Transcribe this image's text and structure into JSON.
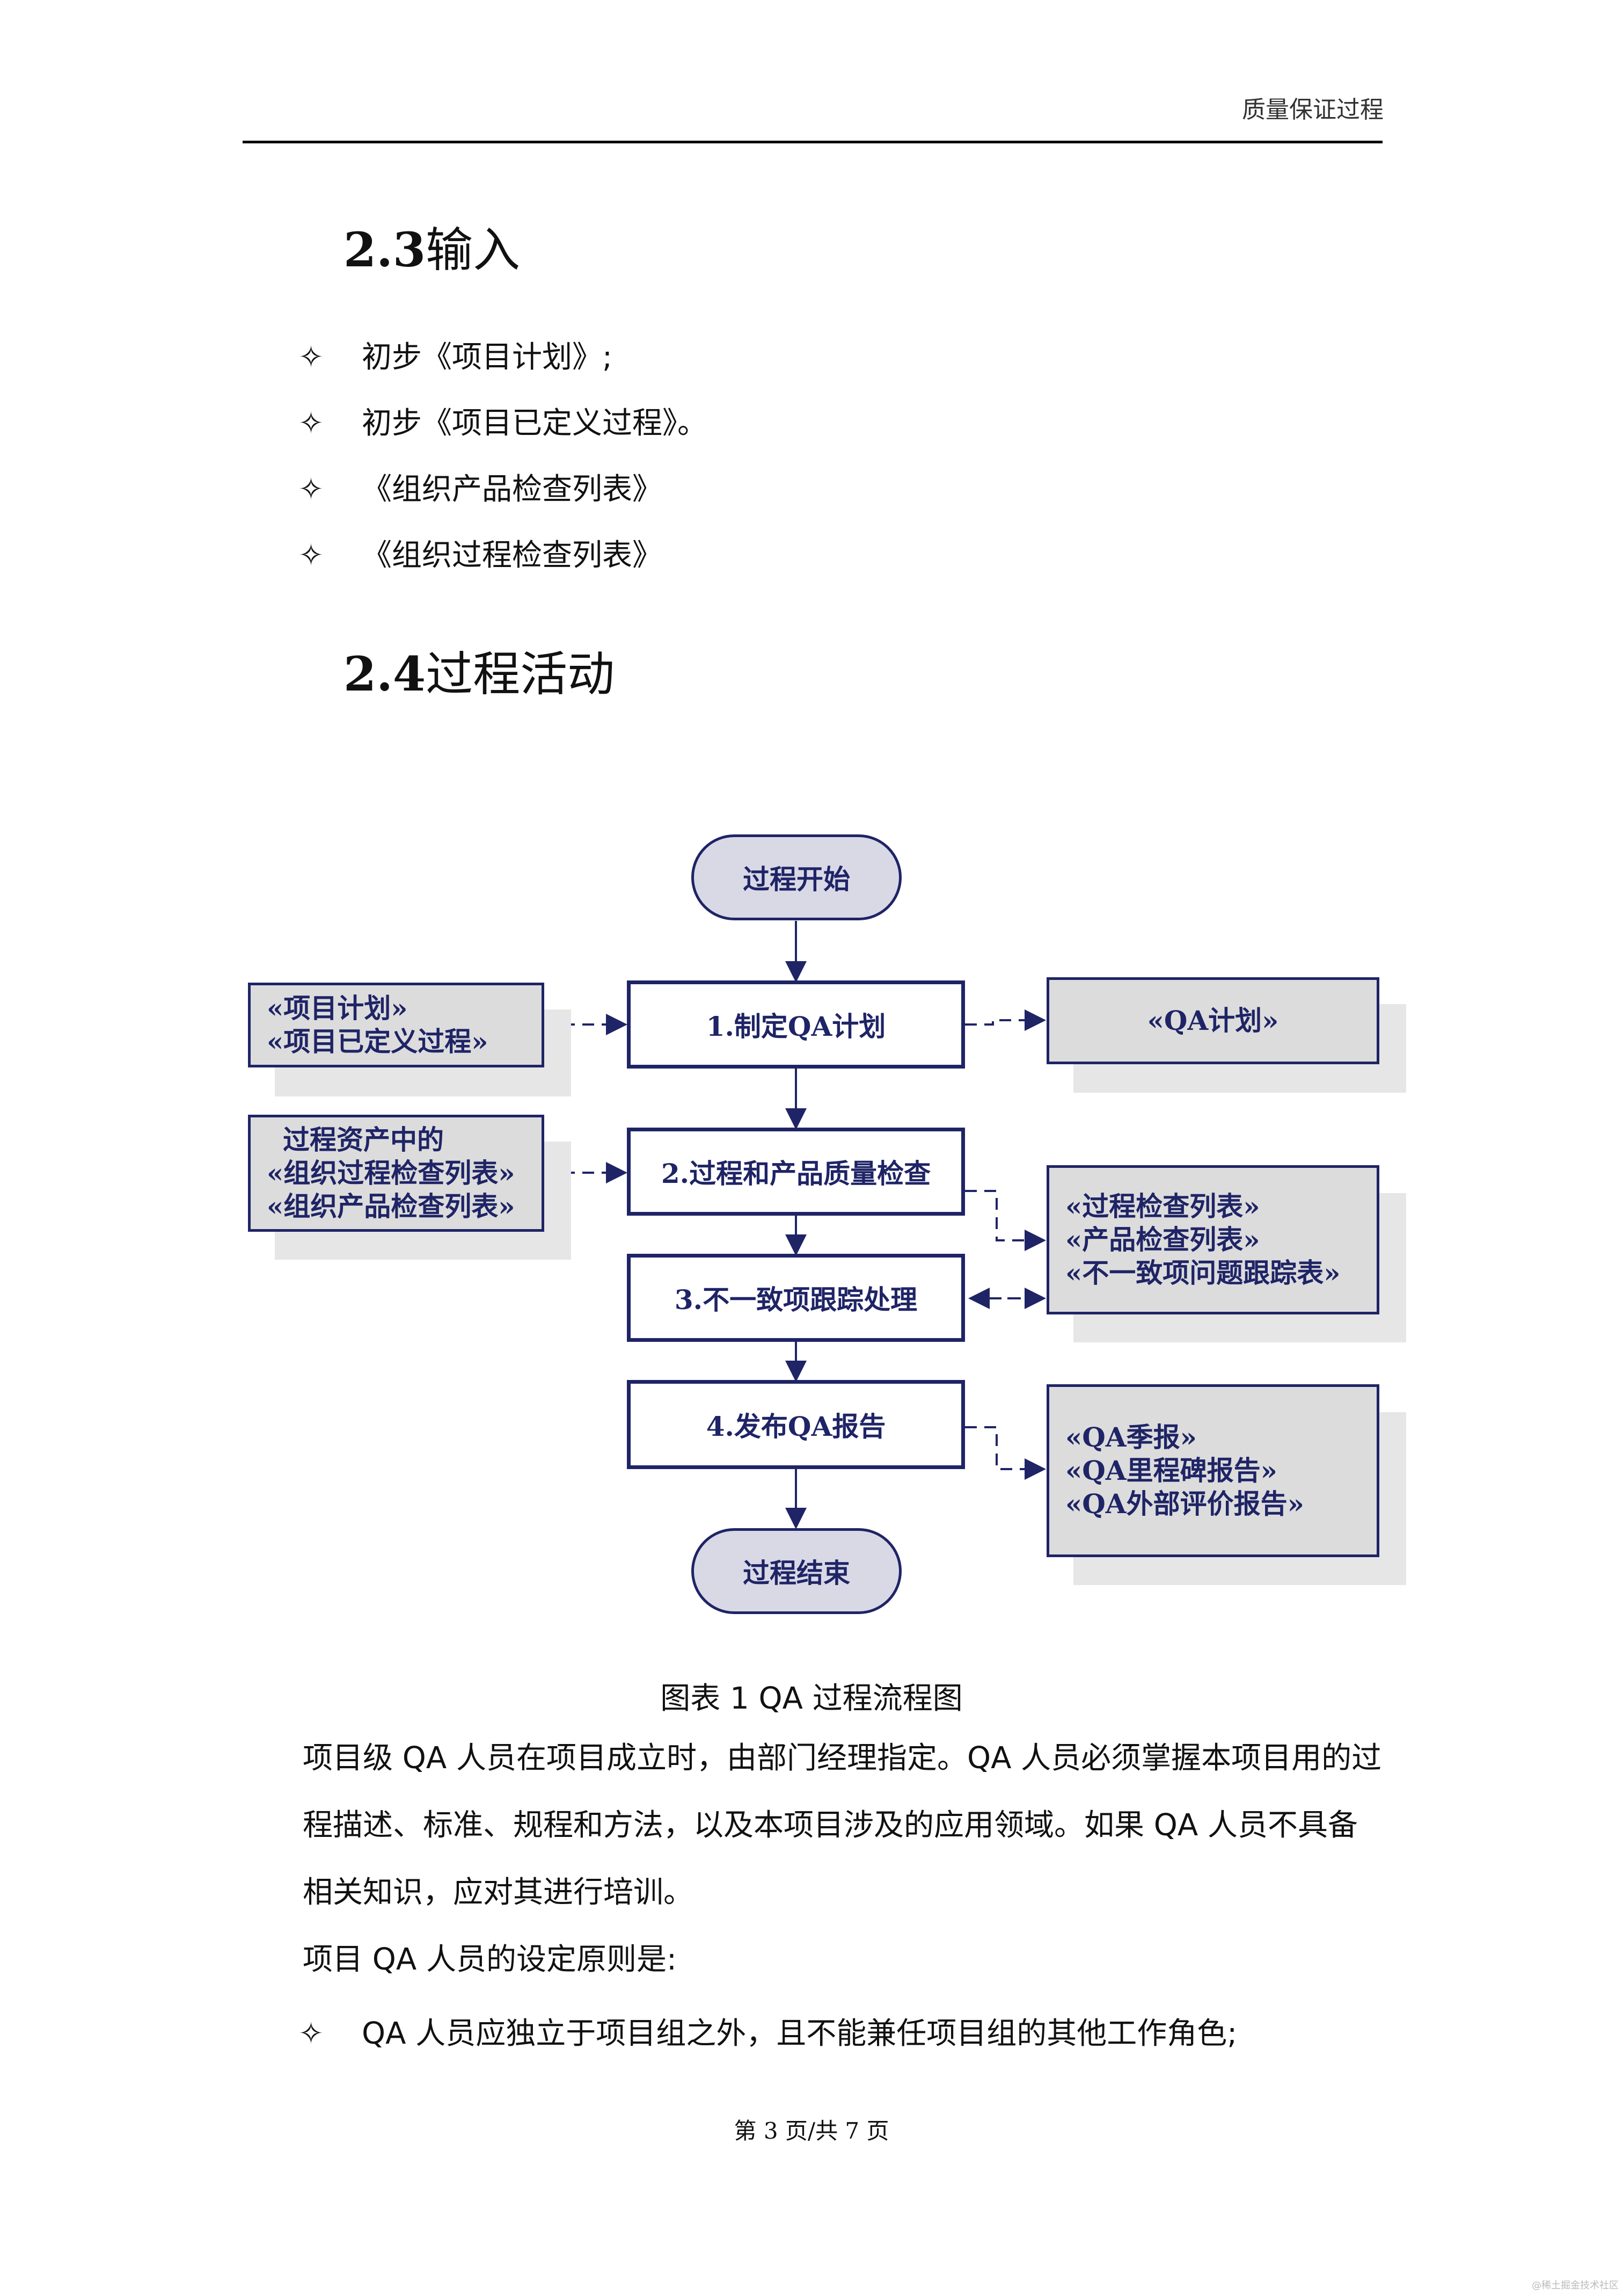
{
  "header": {
    "title": "质量保证过程"
  },
  "section_input": {
    "number": "2.3",
    "title": "输入"
  },
  "inputs": [
    {
      "mark": "✧",
      "text": "初步《项目计划》;"
    },
    {
      "mark": "✧",
      "text": "初步《项目已定义过程》。"
    },
    {
      "mark": "✧",
      "text": "《组织产品检查列表》"
    },
    {
      "mark": "✧",
      "text": "《组织过程检查列表》"
    }
  ],
  "section_activity": {
    "number": "2.4",
    "title": "过程活动"
  },
  "flowchart": {
    "start": "过程开始",
    "end": "过程结束",
    "steps": [
      "1.制定QA计划",
      "2.过程和产品质量检查",
      "3.不一致项跟踪处理",
      "4.发布QA报告"
    ],
    "input_docs_1": [
      "«项目计划»",
      "«项目已定义过程»"
    ],
    "input_docs_2": [
      "过程资产中的",
      "«组织过程检查列表»",
      "«组织产品检查列表»"
    ],
    "output_docs_1": [
      "«QA计划»"
    ],
    "output_docs_2": [
      "«过程检查列表»",
      "«产品检查列表»",
      "«不一致项问题跟踪表»"
    ],
    "output_docs_4": [
      "«QA季报»",
      "«QA里程碑报告»",
      "«QA外部评价报告»"
    ]
  },
  "caption": "图表 1    QA 过程流程图",
  "paragraphs": [
    "项目级 QA 人员在项目成立时，由部门经理指定。QA 人员必须掌握本项目用的过程描述、标准、规程和方法，以及本项目涉及的应用领域。如果 QA 人员不具备相关知识，应对其进行培训。",
    "项目 QA 人员的设定原则是:"
  ],
  "principles": [
    {
      "mark": "✧",
      "text": "QA 人员应独立于项目组之外，且不能兼任项目组的其他工作角色;"
    }
  ],
  "footer": "第 3 页/共 7 页",
  "watermark": "@稀土掘金技术社区",
  "colors": {
    "flow_border": "#1f2466",
    "doc_fill": "#dcdcdc",
    "terminal_fill": "#d9d9e6"
  }
}
